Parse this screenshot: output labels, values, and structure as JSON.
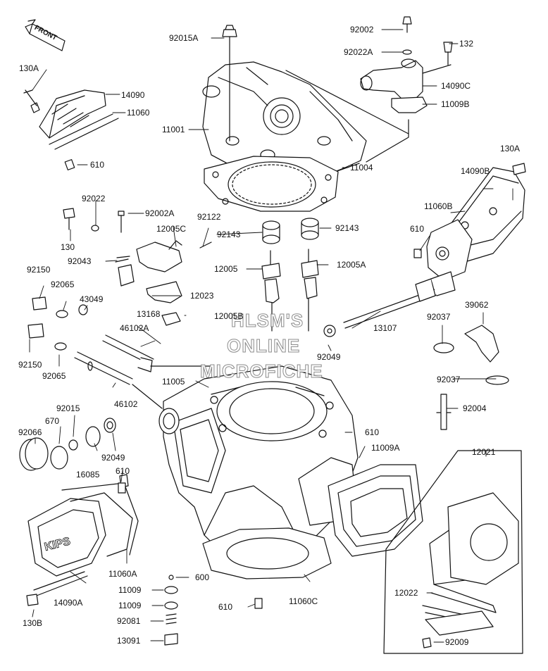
{
  "front_tag": "FRONT",
  "watermark": [
    "HLSM'S",
    "ONLINE",
    "MICROFICHE"
  ],
  "labels": {
    "l130A_tl": "130A",
    "l14090": "14090",
    "l11060": "11060",
    "l610_tl": "610",
    "l92015A": "92015A",
    "l11001": "11001",
    "l11004": "11004",
    "l92002": "92002",
    "l92022A": "92022A",
    "l132": "132",
    "l14090C": "14090C",
    "l11009B": "11009B",
    "l130A_r": "130A",
    "l14090B": "14090B",
    "l11060B": "11060B",
    "l92022": "92022",
    "l92002A": "92002A",
    "l92122": "92122",
    "l12005C": "12005C",
    "l130": "130",
    "l92143_l": "92143",
    "l92143_r": "92143",
    "l610_m": "610",
    "l92043": "92043",
    "l12005": "12005",
    "l12005A": "12005A",
    "l92150_t": "92150",
    "l92065_t": "92065",
    "l43049": "43049",
    "l12023": "12023",
    "l13168": "13168",
    "l12005B": "12005B",
    "l46102A": "46102A",
    "l13107": "13107",
    "l39062": "39062",
    "l92037_t": "92037",
    "l92150_b": "92150",
    "l92049_r": "92049",
    "l92065_b": "92065",
    "l11005": "11005",
    "l46102": "46102",
    "l92037_b": "92037",
    "l92015": "92015",
    "l92004": "92004",
    "l670": "670",
    "l92066": "92066",
    "l610_c": "610",
    "l92049_l": "92049",
    "l11009A": "11009A",
    "l16085": "16085",
    "l610_bl": "610",
    "l12021": "12021",
    "l11060A": "11060A",
    "l600": "600",
    "l14090A": "14090A",
    "l11009_1": "11009",
    "l11009_2": "11009",
    "l11060C": "11060C",
    "l130B": "130B",
    "l610_b": "610",
    "l12022": "12022",
    "l92081": "92081",
    "l13091": "13091",
    "l92009": "92009",
    "kips_mark": "KIPS"
  }
}
